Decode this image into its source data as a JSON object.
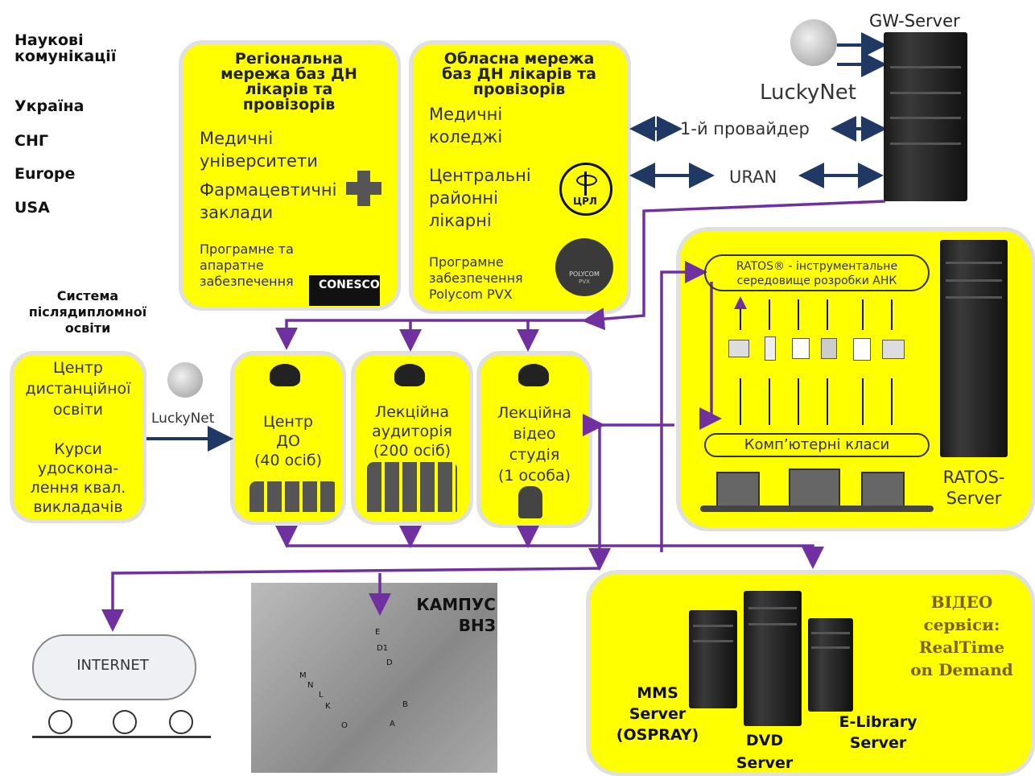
{
  "left_labels": {
    "science_comm": "Наукові\nкомунікації",
    "ukraine": "Україна",
    "cis": "СНГ",
    "europe": "Europe",
    "usa": "USA",
    "postgrad": "Система\nпіслядипломної\nосвіти"
  },
  "regional": {
    "title": "Регіональна\nмережа баз ДН\nлікарів та\nпровізорів",
    "item1": "Медичні\nуніверситети",
    "item2": "Фармацевтичні\nзаклади",
    "item3": "Програмне та\nапаратне\nзабезпечення",
    "logo": "CONESCO"
  },
  "oblast": {
    "title": "Обласна мережа\nбаз ДН лікарів та\nпровізорів",
    "item1": "Медичні\nколеджі",
    "item2": "Центральні\nрайонні\nлікарні",
    "item3": "Програмне\nзабезпечення\nPolycom PVX",
    "crl": "ЦРЛ",
    "polycom": "POLYCOM",
    "pvx": "PVX"
  },
  "gateway": {
    "server": "GW-Server",
    "luckynet": "LuckyNet",
    "provider": "1-й провайдер",
    "uran": "URAN"
  },
  "ratos": {
    "env": "RATOS® - інструментальне\nсередовище розробки АНК",
    "classes": "Комп’ютерні класи",
    "server": "RATOS-\nServer"
  },
  "distance": {
    "center": "Центр\nдистанційної\nосвіти",
    "courses": "Курси\nудоскона-\nлення квал.\nвикладачів",
    "luckynet": "LuckyNet"
  },
  "rooms": [
    {
      "label": "Центр\nДО\n(40 осіб)"
    },
    {
      "label": "Лекційна\nаудиторія\n(200 осіб)"
    },
    {
      "label": "Лекційна\nвідео\nстудія\n(1 особа)"
    }
  ],
  "internet": {
    "label": "INTERNET"
  },
  "campus": {
    "label": "КАМПУС\nВНЗ",
    "map_letters": [
      "E",
      "D1",
      "D",
      "M",
      "N",
      "L",
      "K",
      "B",
      "A",
      "O"
    ]
  },
  "video": {
    "title": "ВІДЕО\nсервіси:\nRealTime\non Demand",
    "mms": "MMS\nServer\n(OSPRAY)",
    "dvd": "DVD\nServer",
    "elib": "E-Library\nServer"
  },
  "colors": {
    "box": "#ffff00",
    "purple": "#7030a0",
    "navy": "#1f3864"
  }
}
